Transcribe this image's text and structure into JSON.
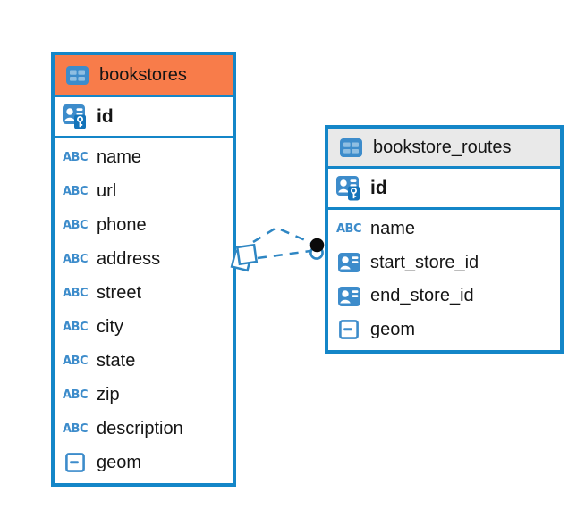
{
  "diagram": {
    "tables": [
      {
        "name": "bookstores",
        "header_bg": "#F87C4A",
        "primary_key": {
          "label": "id",
          "icon": "primary-key-icon"
        },
        "fields": [
          {
            "label": "name",
            "icon": "text-icon"
          },
          {
            "label": "url",
            "icon": "text-icon"
          },
          {
            "label": "phone",
            "icon": "text-icon"
          },
          {
            "label": "address",
            "icon": "text-icon"
          },
          {
            "label": "street",
            "icon": "text-icon"
          },
          {
            "label": "city",
            "icon": "text-icon"
          },
          {
            "label": "state",
            "icon": "text-icon"
          },
          {
            "label": "zip",
            "icon": "text-icon"
          },
          {
            "label": "description",
            "icon": "text-icon"
          },
          {
            "label": "geom",
            "icon": "geometry-icon"
          }
        ]
      },
      {
        "name": "bookstore_routes",
        "header_bg": "#E9E9E9",
        "primary_key": {
          "label": "id",
          "icon": "primary-key-icon"
        },
        "fields": [
          {
            "label": "name",
            "icon": "text-icon"
          },
          {
            "label": "start_store_id",
            "icon": "reference-icon"
          },
          {
            "label": "end_store_id",
            "icon": "reference-icon"
          },
          {
            "label": "geom",
            "icon": "geometry-icon"
          }
        ]
      }
    ],
    "text_icon_glyph": "ABC",
    "colors": {
      "table-border": "#1486C8",
      "icon-blue": "#3D8CCB",
      "icon-blue-dark": "#1474BA",
      "icon-cell-blue": "#8FBEE2",
      "header-orange": "#F87C4A",
      "header-gray": "#E9E9E9",
      "connector-blue": "#2E86C3",
      "dot-black": "#0A0A0A",
      "text": "#151515",
      "background": "#FFFFFF"
    }
  }
}
